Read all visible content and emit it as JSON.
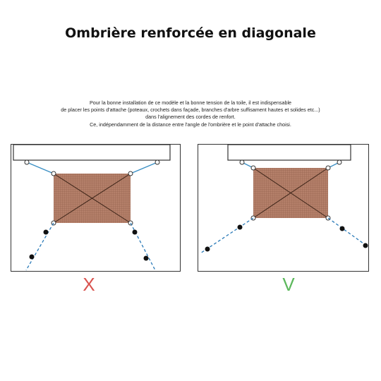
{
  "title": "Ombrière renforcée en diagonale",
  "description": [
    "Pour la bonne installation de ce modèle et la bonne tension de la toile, il est indispensable",
    "de placer les points d'attache (poteaux, crochets dans façade, branches  d'arbre suffisament hautes et solides etc...)",
    "dans l'alignement des cordes de renfort.",
    "Ce, indépendamment de la distance entre l'angle de l'ombrière et le point d'attache choisi."
  ],
  "panels": [
    {
      "id": "wrong",
      "verdict": "X",
      "verdict_color": "#d9534f",
      "lower_anchor_direction": "downward-inward"
    },
    {
      "id": "correct",
      "verdict": "V",
      "verdict_color": "#5cb85c",
      "lower_anchor_direction": "diagonal-aligned"
    }
  ],
  "colors": {
    "sail": "#b5806a",
    "sail_mesh": "#8c5a46",
    "rope_top": "#3a8fc4",
    "rope_dash": "#2a7ab8",
    "anchor": "#111111"
  }
}
